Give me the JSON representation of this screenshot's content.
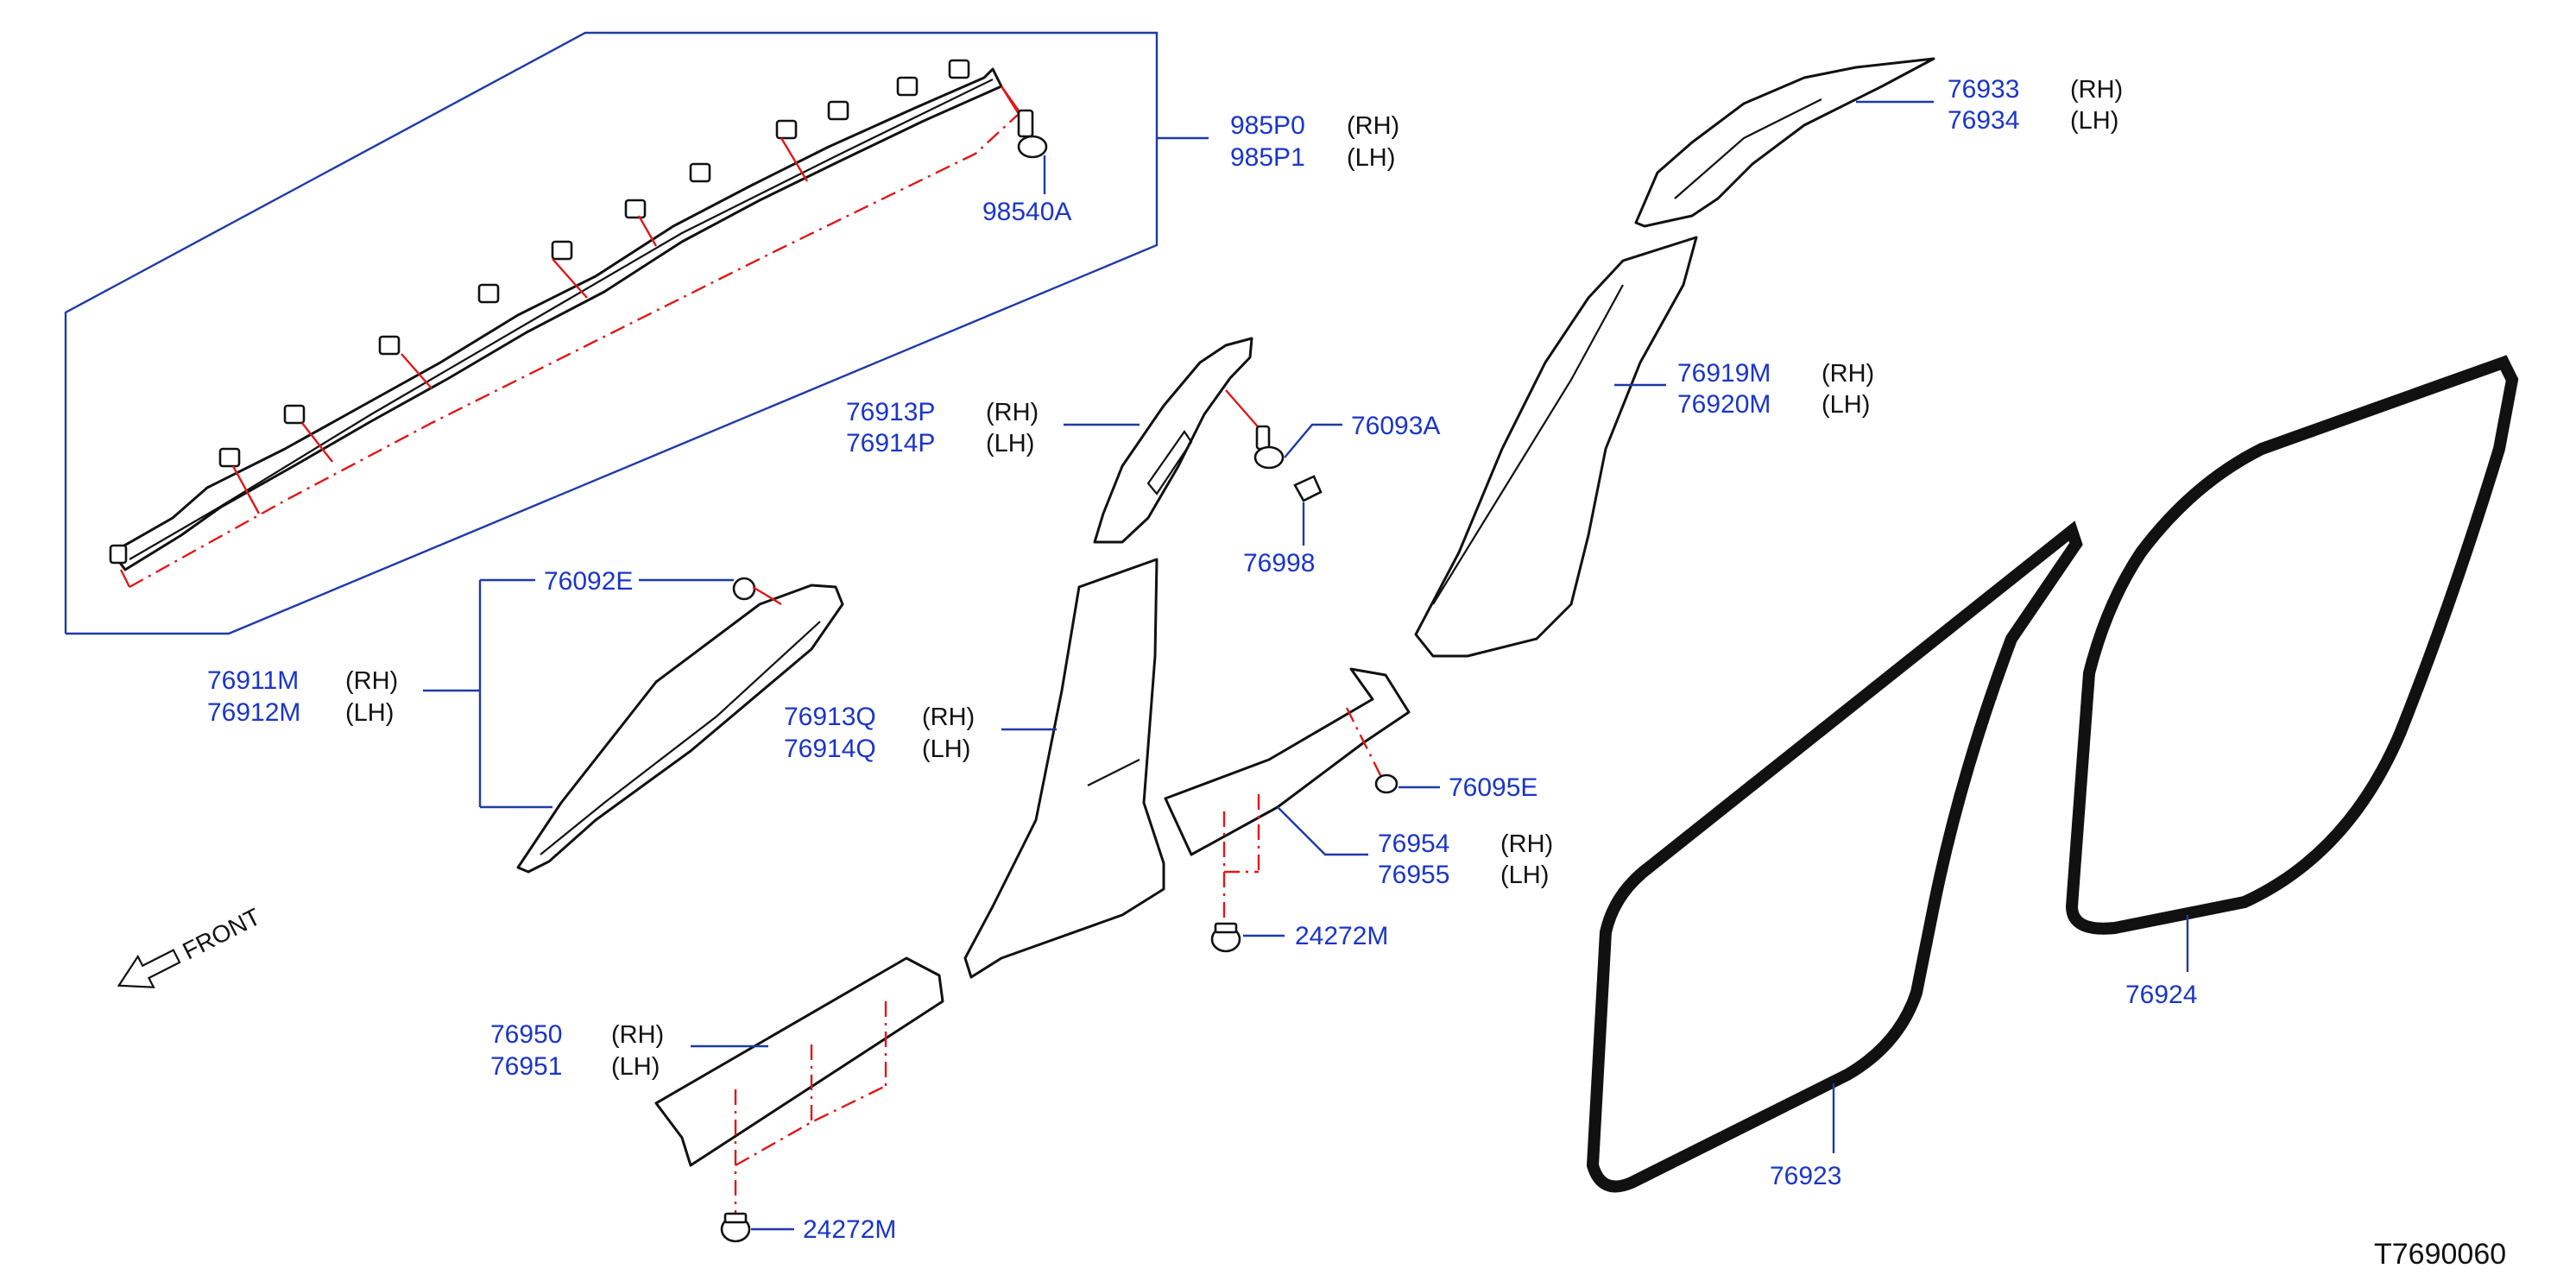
{
  "diagram_code": "T7690060",
  "front_marker": "FRONT",
  "parts": {
    "curtain_airbag": {
      "rh": "985P0",
      "rh_side": "(RH)",
      "lh": "985P1",
      "lh_side": "(LH)"
    },
    "airbag_bolt": "98540A",
    "a_pillar_upper": {
      "rh": "76913P",
      "rh_side": "(RH)",
      "lh": "76914P",
      "lh_side": "(LH)"
    },
    "screw_76093a": "76093A",
    "clip_76998": "76998",
    "clip_76092e": "76092E",
    "front_pillar": {
      "rh": "76911M",
      "rh_side": "(RH)",
      "lh": "76912M",
      "lh_side": "(LH)"
    },
    "b_pillar_lower": {
      "rh": "76913Q",
      "rh_side": "(RH)",
      "lh": "76914Q",
      "lh_side": "(LH)"
    },
    "rear_pillar_upper": {
      "rh": "76933",
      "rh_side": "(RH)",
      "lh": "76934",
      "lh_side": "(LH)"
    },
    "c_pillar": {
      "rh": "76919M",
      "rh_side": "(RH)",
      "lh": "76920M",
      "lh_side": "(LH)"
    },
    "clip_76095e": "76095E",
    "rear_kicking_plate": {
      "rh": "76954",
      "rh_side": "(RH)",
      "lh": "76955",
      "lh_side": "(LH)"
    },
    "clip_rear_sill": "24272M",
    "front_kicking_plate": {
      "rh": "76950",
      "rh_side": "(RH)",
      "lh": "76951",
      "lh_side": "(LH)"
    },
    "clip_front_sill": "24272M",
    "rear_door_weatherstrip": "76924",
    "front_door_weatherstrip": "76923"
  },
  "colors": {
    "label": "#1a35c9",
    "leader": "#1e3aa8",
    "mount_line": "#e01818",
    "outline": "#111111"
  }
}
